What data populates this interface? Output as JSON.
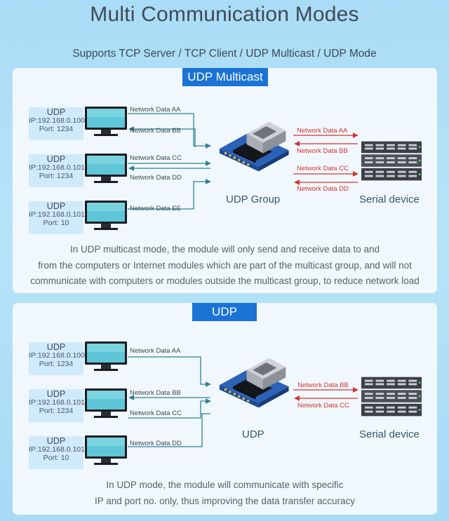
{
  "title": "Multi Communication Modes",
  "subtitle": "Supports TCP Server / TCP Client / UDP Multicast / UDP Mode",
  "multicast": {
    "badge": "UDP Multicast",
    "computers": [
      {
        "type": "UDP",
        "ip": "IP:192.168.0.100",
        "port": "Port:  1234"
      },
      {
        "type": "UDP",
        "ip": "IP:192.168.0.101",
        "port": "Port:  1234"
      },
      {
        "type": "UDP",
        "ip": "IP:192.168.0.101",
        "port": "Port:  10"
      }
    ],
    "left_links": [
      "Network Data AA",
      "Network Data BB",
      "Network Data CC",
      "Network Data DD",
      "Network Data EE"
    ],
    "right_links": [
      "Network Data AA",
      "Network Data BB",
      "Network Data CC",
      "Network Data DD"
    ],
    "module_label": "UDP Group",
    "device_label": "Serial device",
    "caption": [
      "In UDP multicast mode, the module will only send and receive data to and",
      "from the computers or Internet modules which are part of the multicast group, and will not",
      "communicate with computers or modules outside the multicast group, to reduce network load"
    ]
  },
  "udp": {
    "badge": "UDP",
    "computers": [
      {
        "type": "UDP",
        "ip": "IP:192.168.0.100",
        "port": "Port:  1234"
      },
      {
        "type": "UDP",
        "ip": "IP:192.168.0.101",
        "port": "Port:  1234"
      },
      {
        "type": "UDP",
        "ip": "IP:192.168.0.101",
        "port": "Port:  10"
      }
    ],
    "left_links": [
      "Network Data AA",
      "Network Data BB",
      "Network Data CC",
      "Network Data DD"
    ],
    "right_links": [
      "Network Data BB",
      "Network Data CC"
    ],
    "module_label": "UDP",
    "device_label": "Serial device",
    "caption": [
      "In UDP mode, the module will communicate with specific",
      "IP and port no. only, thus improving the data transfer accuracy"
    ]
  },
  "colors": {
    "accent": "#1b73d6",
    "link": "#2f7f94",
    "serial_link": "#d2332f"
  },
  "icons": [
    "monitor-icon",
    "ethernet-module-icon",
    "server-rack-icon",
    "arrow-icon"
  ]
}
